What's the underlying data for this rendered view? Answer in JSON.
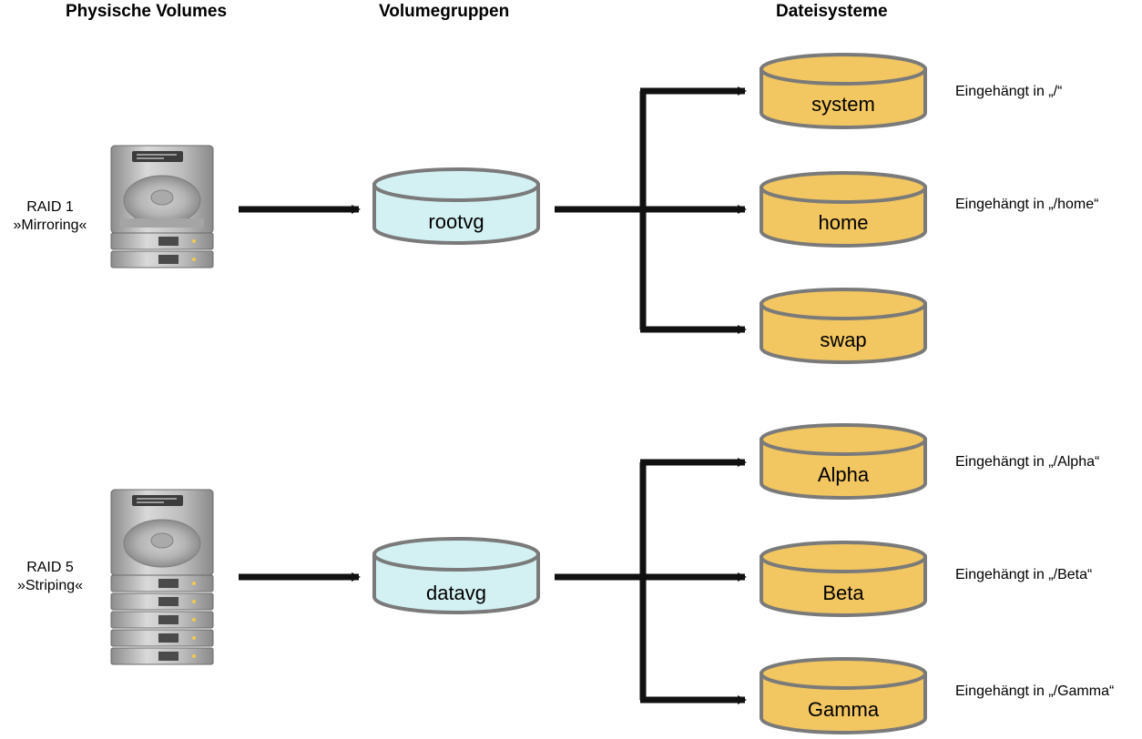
{
  "headers": {
    "physical": "Physische Volumes",
    "groups": "Volumegruppen",
    "filesystems": "Dateisysteme"
  },
  "raids": [
    {
      "line1": "RAID 1",
      "line2": "»Mirroring«",
      "icon": "server-icon",
      "drives": 2
    },
    {
      "line1": "RAID 5",
      "line2": "»Striping«",
      "icon": "server-icon",
      "drives": 5
    }
  ],
  "volume_groups": [
    "rootvg",
    "datavg"
  ],
  "filesystems": [
    "system",
    "home",
    "swap",
    "Alpha",
    "Beta",
    "Gamma"
  ],
  "mounts": [
    "Eingehängt in „/“",
    "Eingehängt in „/home“",
    "Eingehängt in „/Alpha“",
    "Eingehängt in „/Beta“",
    "Eingehängt in „/Gamma“"
  ],
  "colors": {
    "volume_group_fill": "#d3f1f3",
    "filesystem_fill": "#f2c660",
    "outline": "#7a7a7a",
    "arrow": "#111111"
  }
}
